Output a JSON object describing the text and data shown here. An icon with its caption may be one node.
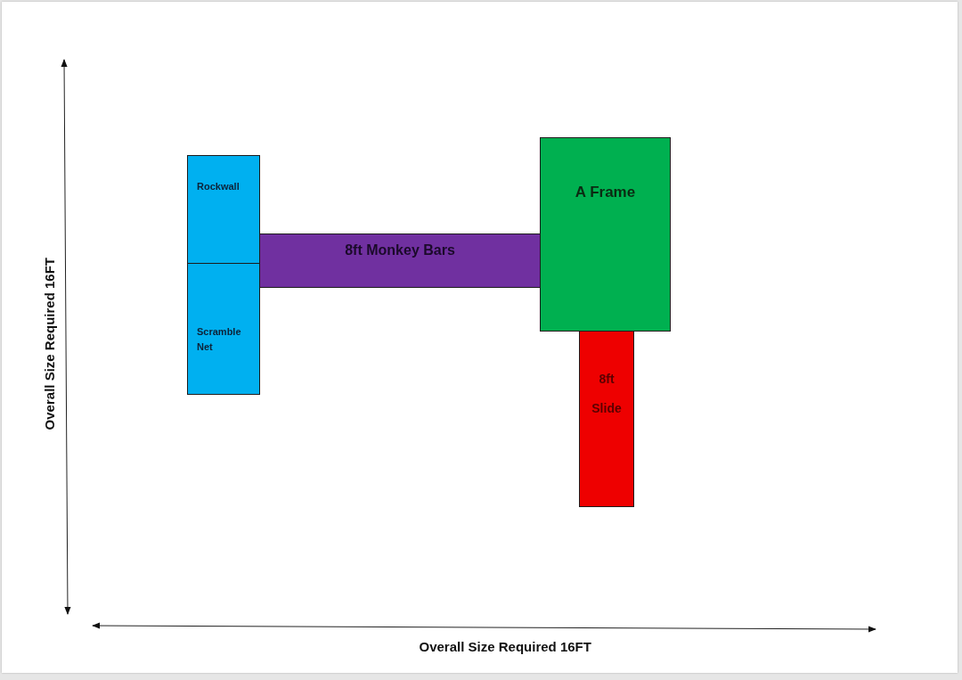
{
  "diagram": {
    "nodes": [
      {
        "text": [
          "Rockwall"
        ]
      },
      {
        "text": [
          "Scramble Net"
        ]
      },
      {
        "text": [
          "8ft Monkey Bars"
        ]
      },
      {
        "text": [
          "A Frame"
        ]
      },
      {
        "text": [
          "8ft Slide"
        ]
      }
    ],
    "labels": [
      "Overall Size Required 16FT",
      "Overall Size Required 16FT"
    ]
  }
}
